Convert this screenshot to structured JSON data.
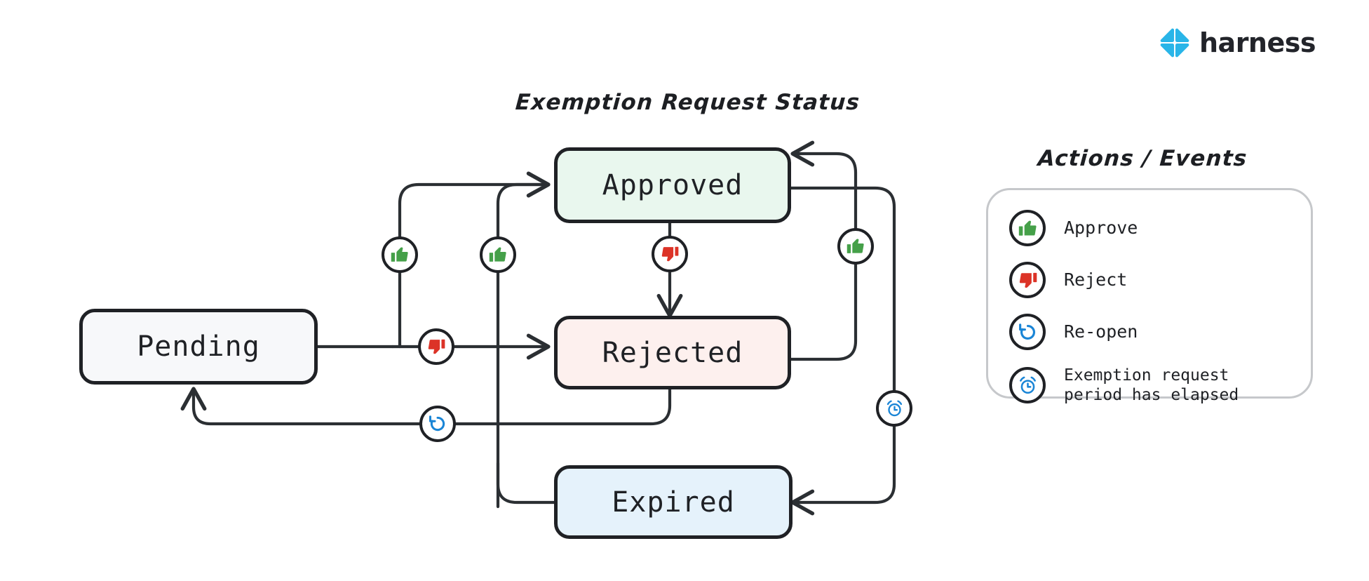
{
  "brand": {
    "name": "harness",
    "logo_icon": "harness-diamond-logo",
    "logo_color": "#29B5E8"
  },
  "diagram": {
    "title": "Exemption Request Status",
    "type": "state-machine",
    "nodes": [
      {
        "id": "pending",
        "label": "Pending",
        "fill": "#f7f8fa",
        "border": "#1f2125"
      },
      {
        "id": "approved",
        "label": "Approved",
        "fill": "#e9f7ee",
        "border": "#1f2125"
      },
      {
        "id": "rejected",
        "label": "Rejected",
        "fill": "#fdf0ee",
        "border": "#1f2125"
      },
      {
        "id": "expired",
        "label": "Expired",
        "fill": "#e5f2fb",
        "border": "#1f2125"
      }
    ],
    "transitions": [
      {
        "from": "pending",
        "to": "approved",
        "action": "approve",
        "icon": "thumbs-up-icon"
      },
      {
        "from": "pending",
        "to": "rejected",
        "action": "reject",
        "icon": "thumbs-down-icon"
      },
      {
        "from": "approved",
        "to": "rejected",
        "action": "reject",
        "icon": "thumbs-down-icon"
      },
      {
        "from": "rejected",
        "to": "approved",
        "action": "approve",
        "icon": "thumbs-up-icon"
      },
      {
        "from": "rejected",
        "to": "pending",
        "action": "re-open",
        "icon": "reopen-icon"
      },
      {
        "from": "expired",
        "to": "approved",
        "action": "approve",
        "icon": "thumbs-up-icon"
      },
      {
        "from": "approved",
        "to": "expired",
        "action": "exemption-period-elapsed",
        "icon": "alarm-clock-icon"
      },
      {
        "from": "rejected",
        "to": "expired",
        "action": "exemption-period-elapsed",
        "icon": "alarm-clock-icon"
      }
    ],
    "edge_badges": [
      {
        "id": "badge-approve-pending",
        "icon": "thumbs-up-icon",
        "action": "approve"
      },
      {
        "id": "badge-approve-rejected",
        "icon": "thumbs-up-icon",
        "action": "approve"
      },
      {
        "id": "badge-reject-pending",
        "icon": "thumbs-down-icon",
        "action": "reject"
      },
      {
        "id": "badge-reject-approved",
        "icon": "thumbs-down-icon",
        "action": "reject"
      },
      {
        "id": "badge-approve-expired",
        "icon": "thumbs-up-icon",
        "action": "approve"
      },
      {
        "id": "badge-reopen",
        "icon": "reopen-icon",
        "action": "re-open"
      },
      {
        "id": "badge-elapsed",
        "icon": "alarm-clock-icon",
        "action": "exemption-period-elapsed"
      }
    ]
  },
  "legend": {
    "title": "Actions / Events",
    "items": [
      {
        "icon": "thumbs-up-icon",
        "label": "Approve",
        "color": "#45a049"
      },
      {
        "icon": "thumbs-down-icon",
        "label": "Reject",
        "color": "#dc3327"
      },
      {
        "icon": "reopen-icon",
        "label": "Re-open",
        "color": "#1a85d6"
      },
      {
        "icon": "alarm-clock-icon",
        "label": "Exemption request\nperiod has elapsed",
        "color": "#1a85d6"
      }
    ]
  },
  "colors": {
    "stroke": "#1f2125",
    "edge": "#2b2f33",
    "approve_green": "#45a049",
    "reject_red": "#dc3327",
    "event_blue": "#1a85d6",
    "brand_cyan": "#29B5E8",
    "panel_border": "#c6c8cb",
    "background": "#ffffff"
  }
}
